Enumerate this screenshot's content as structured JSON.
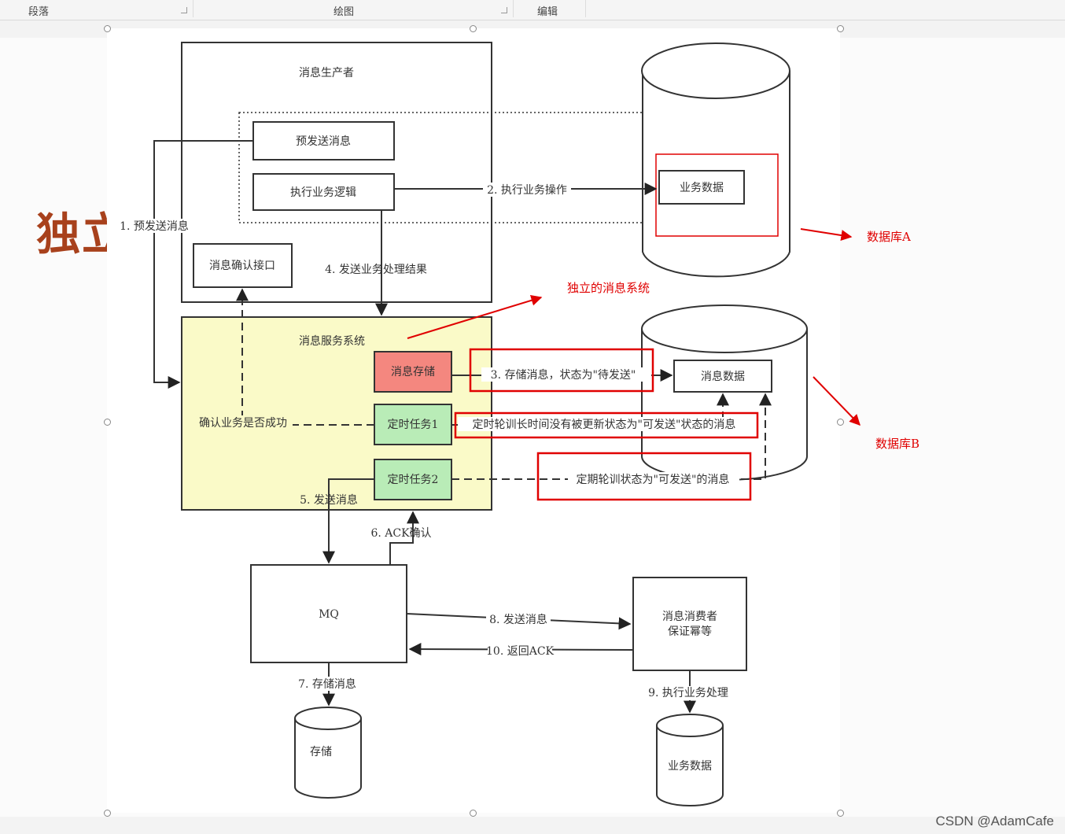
{
  "ribbon": {
    "paragraph": "段落",
    "drawing": "绘图",
    "editing": "编辑"
  },
  "slide_title": "独立",
  "watermark": "CSDN @AdamCafe",
  "diagram": {
    "producer": "消息生产者",
    "pre_send": "预发送消息",
    "exec_logic": "执行业务逻辑",
    "confirm_api": "消息确认接口",
    "biz_data_a": "业务数据",
    "msg_service": "消息服务系统",
    "msg_store": "消息存储",
    "task1": "定时任务1",
    "task2": "定时任务2",
    "msg_data": "消息数据",
    "mq": "MQ",
    "consumer_line1": "消息消费者",
    "consumer_line2": "保证幂等",
    "storage": "存储",
    "biz_data_c": "业务数据",
    "step1": "1. 预发送消息",
    "step2": "2. 执行业务操作",
    "step3": "3. 存储消息，状态为\"待发送\"",
    "step4": "4. 发送业务处理结果",
    "step5": "5. 发送消息",
    "step6": "6. ACK确认",
    "step7": "7. 存储消息",
    "step8": "8. 发送消息",
    "step9": "9. 执行业务处理",
    "step10": "10. 返回ACK",
    "confirm_success": "确认业务是否成功",
    "task1_desc": "定时轮训长时间没有被更新状态为\"可发送\"状态的消息",
    "task2_desc": "定期轮训状态为\"可发送\"的消息"
  },
  "annotations": {
    "db_a": "数据库A",
    "db_b": "数据库B",
    "independent": "独立的消息系统",
    "color": "#e00000"
  },
  "colors": {
    "msg_service_fill": "#fafac8",
    "msg_store_fill": "#f4877f",
    "task_fill": "#b9ecb7"
  }
}
